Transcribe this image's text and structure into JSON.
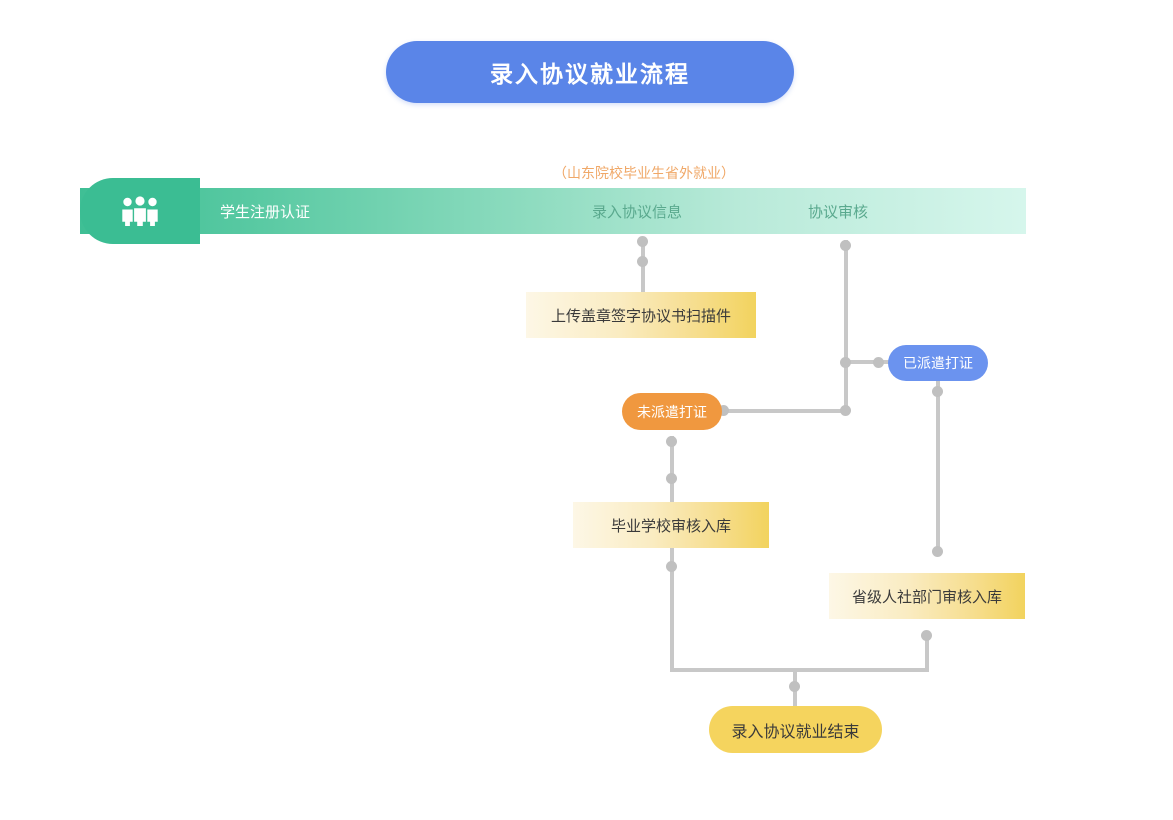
{
  "page": {
    "title": "录入协议就业流程",
    "background_color": "#ffffff"
  },
  "header": {
    "banner_label": "录入协议就业流程",
    "banner_color": "#5a85e8",
    "banner_text_color": "#ffffff"
  },
  "stage_bar": {
    "note": "（山东院校毕业生省外就业）",
    "note_color": "#f0a868",
    "icon": "people-group-icon",
    "gradient_from": "#3bbd93",
    "gradient_to": "#d6f6ec",
    "stages": [
      {
        "label": "学生注册认证",
        "color": "#ffffff"
      },
      {
        "label": "录入协议信息",
        "color": "#5aa98e"
      },
      {
        "label": "协议审核",
        "color": "#5aa98e"
      }
    ]
  },
  "nodes": {
    "upload": {
      "label": "上传盖章签字协议书扫描件",
      "shape": "rect",
      "color": "#f2d35e"
    },
    "dispatched": {
      "label": "已派遣打证",
      "shape": "pill",
      "color": "#6b93ef"
    },
    "not_dispatched": {
      "label": "未派遣打证",
      "shape": "pill",
      "color": "#f0983f"
    },
    "school_review": {
      "label": "毕业学校审核入库",
      "shape": "rect",
      "color": "#f2d35e"
    },
    "province_review": {
      "label": "省级人社部门审核入库",
      "shape": "rect",
      "color": "#f2d35e"
    },
    "end": {
      "label": "录入协议就业结束",
      "shape": "pill",
      "color": "#f5d45e"
    }
  },
  "connector": {
    "line_color": "#c8c8c8",
    "dot_color": "#c0c0c0"
  },
  "flow_edges": [
    {
      "from": "录入协议信息",
      "to": "上传盖章签字协议书扫描件"
    },
    {
      "from": "协议审核",
      "to": "已派遣打证"
    },
    {
      "from": "协议审核",
      "to": "未派遣打证"
    },
    {
      "from": "未派遣打证",
      "to": "毕业学校审核入库"
    },
    {
      "from": "已派遣打证",
      "to": "省级人社部门审核入库"
    },
    {
      "from": "毕业学校审核入库",
      "to": "录入协议就业结束"
    },
    {
      "from": "省级人社部门审核入库",
      "to": "录入协议就业结束"
    }
  ]
}
